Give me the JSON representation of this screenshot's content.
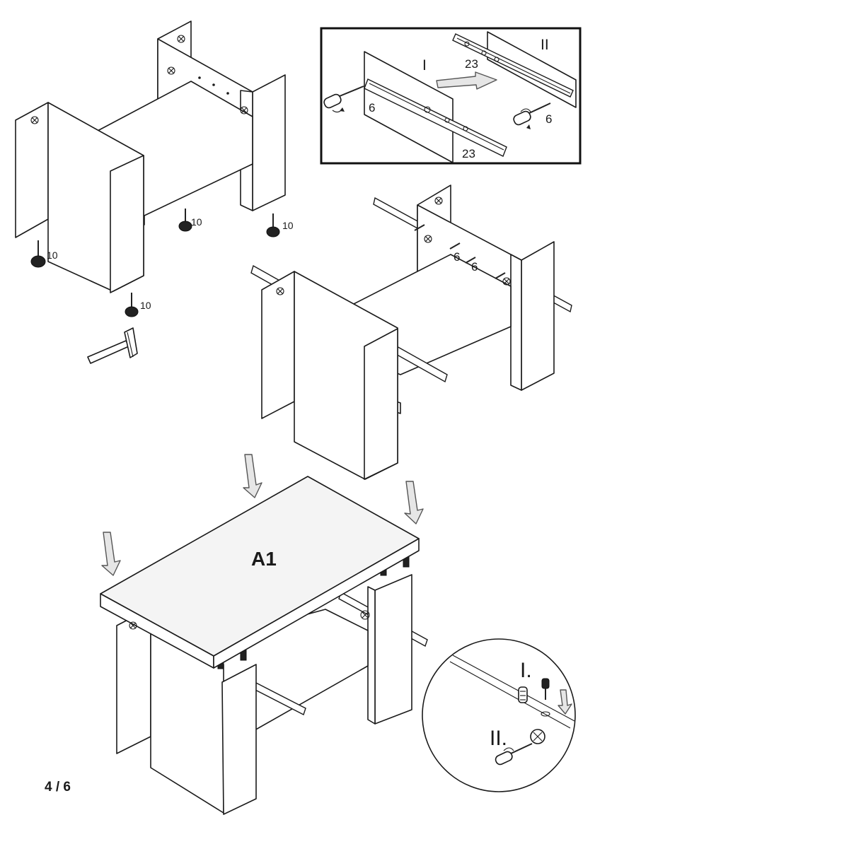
{
  "labels": {
    "leveler_qty": "10",
    "screw_qty": "6",
    "rail_qty": "23",
    "step_one": "I",
    "step_two": "II",
    "panel_top": "A1",
    "detail_step_one": "I.",
    "detail_step_two": "II.",
    "page_number": "4 / 6"
  },
  "icons": [
    "screwdriver-icon",
    "hammer-icon",
    "leveling-foot-icon",
    "down-arrow-icon",
    "cam-lock-icon",
    "dowel-icon"
  ]
}
